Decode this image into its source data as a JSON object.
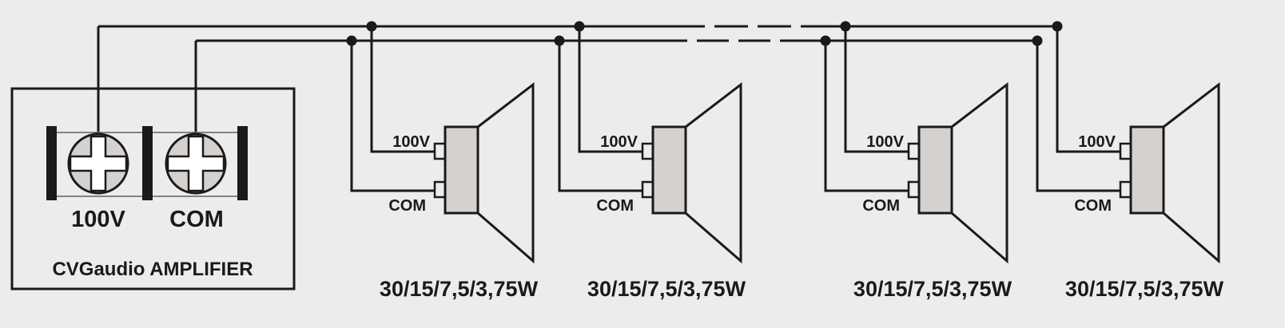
{
  "amplifier": {
    "title": "CVGaudio AMPLIFIER",
    "terminal_100v": "100V",
    "terminal_com": "COM"
  },
  "speakers": [
    {
      "label_100v": "100V",
      "label_com": "COM",
      "power": "30/15/7,5/3,75W"
    },
    {
      "label_100v": "100V",
      "label_com": "COM",
      "power": "30/15/7,5/3,75W"
    },
    {
      "label_100v": "100V",
      "label_com": "COM",
      "power": "30/15/7,5/3,75W"
    },
    {
      "label_100v": "100V",
      "label_com": "COM",
      "power": "30/15/7,5/3,75W"
    }
  ],
  "colors": {
    "background": "#ebeceb",
    "line": "#1a1a1a",
    "speaker_body": "#d5d1ce",
    "screw": "#d5d1ce"
  }
}
